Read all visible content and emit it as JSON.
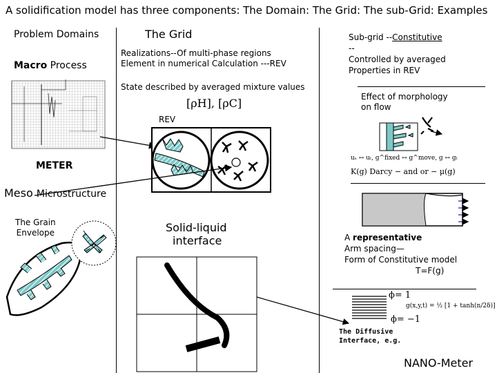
{
  "title": "A solidification model has three components: The Domain: The Grid: The sub-Grid: Examples",
  "left": {
    "problem_domains": "Problem Domains",
    "macro_word": "Macro",
    "macro_rest": "Process",
    "meter": "METER",
    "meso": "Meso",
    "microstructure": "Microstructure",
    "grain_envelope_line1": "The Grain",
    "grain_envelope_line2": "Envelope"
  },
  "middle": {
    "the_grid": "The Grid",
    "realizations_line1": "Realizations--Of multi-phase regions",
    "realizations_line2": "Element in numerical Calculation ---REV",
    "state_described": "State described by averaged mixture values",
    "state_formula": "[ρH], [ρC]",
    "rev_label": "REV",
    "solid_liquid_line1": "Solid-liquid",
    "solid_liquid_line2": "interface"
  },
  "right": {
    "subgrid_prefix": "Sub-grid --",
    "subgrid_constitutive": "Constitutive",
    "subgrid_dashes": "--",
    "controlled_line1": "Controlled by averaged",
    "controlled_line2": "Properties in  REV",
    "morphology_line1": "Effect of morphology",
    "morphology_line2": "on flow",
    "exchange_formula": "uₛ ↔ uₗ,  g^fixed ↔ g^move,  g ↔ gₗ",
    "darcy_formula": "K(g) Darcy − and or − μ(g)",
    "a_prefix": "A ",
    "representative": "representative",
    "arm_spacing": "Arm spacing—",
    "form_constitutive": "Form of Constitutive model",
    "t_equals": "T=F(g)",
    "phi_plus": "ϕ=  1",
    "phi_minus": "ϕ=  −1",
    "phase_field_formula": "g(x,y,t) = ½ [1 + tanh(n/2δ)]",
    "diffusive_line1": "The Diffusive",
    "diffusive_line2": "Interface, e.g.",
    "nano_meter": "NANO-Meter"
  },
  "colors": {
    "teal": "#7ec8c8",
    "gray_fill": "#c8c8c8",
    "arrow_blue": "#1a1aa0"
  }
}
